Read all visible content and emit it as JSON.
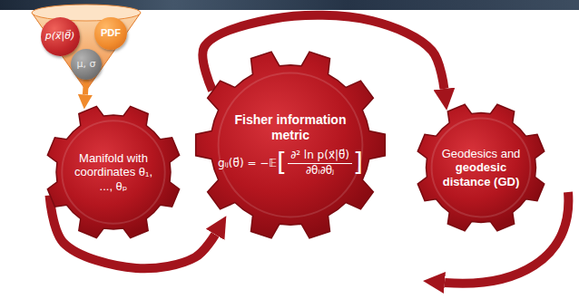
{
  "diagram": {
    "nodes": [
      {
        "text": [
          "p(x⃗|θ⃗)"
        ]
      },
      {
        "text": [
          "PDF"
        ]
      },
      {
        "text": [
          "μ, σ"
        ]
      },
      {
        "text": [
          "Manifold with coordinates θ₁, ..., θₚ"
        ]
      },
      {
        "text": [
          "Fisher information metric",
          "gᵢⱼ(θ⃗) = −𝔼",
          "[",
          "∂² ln p(x⃗|θ⃗)",
          "∂θᵢ∂θⱼ",
          "]"
        ]
      },
      {
        "text": [
          "Geodesics and",
          "geodesic distance (GD)"
        ]
      }
    ],
    "edges": [
      {
        "from": 2,
        "to": 3,
        "arrow": "to"
      },
      {
        "from": 3,
        "to": 4,
        "arrow": "to"
      },
      {
        "from": 4,
        "to": 5,
        "arrow": "to"
      }
    ]
  }
}
